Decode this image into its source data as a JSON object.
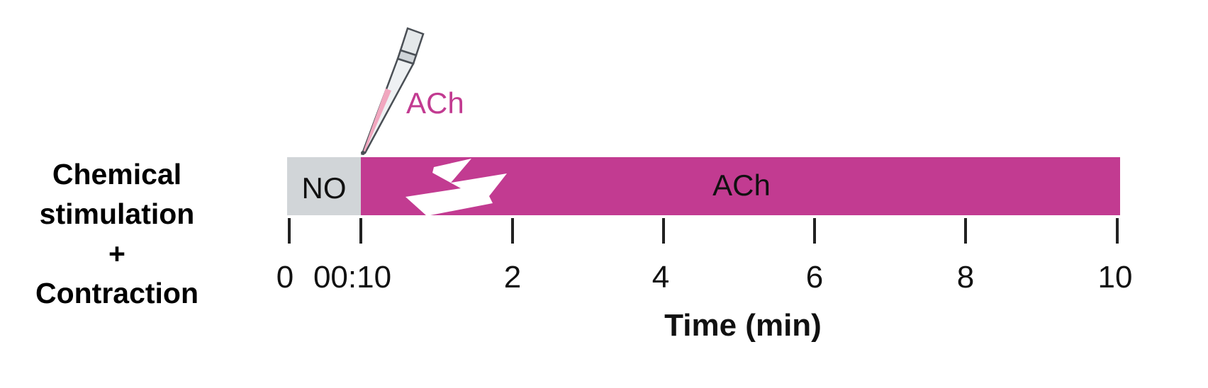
{
  "row_label": {
    "line1": "Chemical",
    "line2": "stimulation",
    "line3": "+",
    "line4": "Contraction"
  },
  "segments": [
    {
      "label": "NO",
      "start_min": 0,
      "end_min": 0.1667,
      "color": "#d1d5d8"
    },
    {
      "label": "ACh",
      "start_min": 0.1667,
      "end_min": 10,
      "color": "#c23b91"
    }
  ],
  "pipette": {
    "label": "ACh",
    "label_color": "#c23b91",
    "fluid_color": "#f1a7bf"
  },
  "axis": {
    "title": "Time (min)",
    "ticks": [
      {
        "value": 0,
        "label": "0"
      },
      {
        "value": 0.1667,
        "label": "00:10"
      },
      {
        "value": 2,
        "label": "2"
      },
      {
        "value": 4,
        "label": "4"
      },
      {
        "value": 6,
        "label": "6"
      },
      {
        "value": 8,
        "label": "8"
      },
      {
        "value": 10,
        "label": "10"
      }
    ]
  },
  "axis_break": true
}
